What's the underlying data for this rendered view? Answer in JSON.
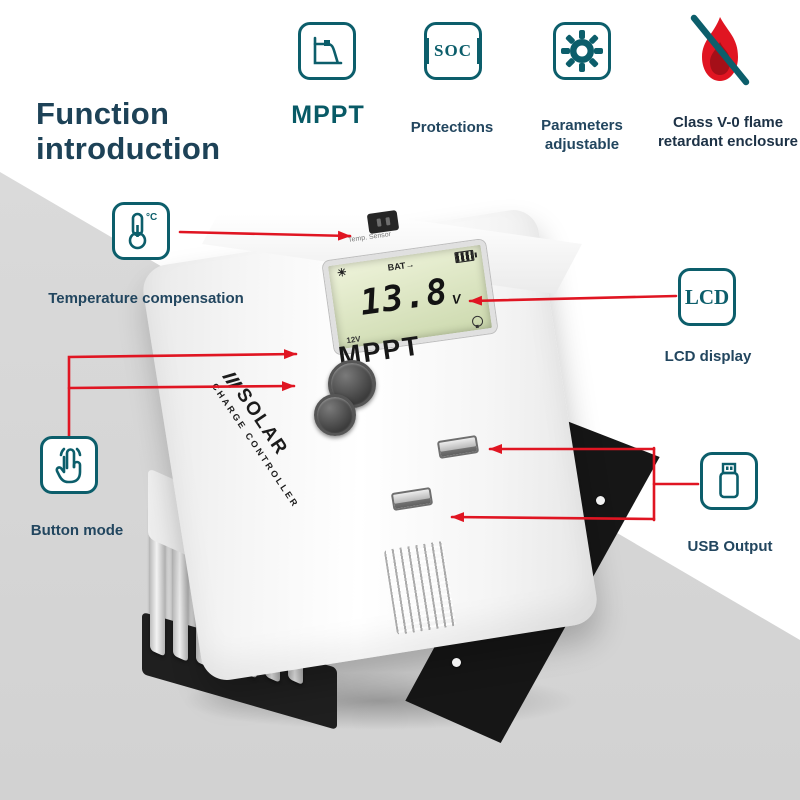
{
  "page": {
    "title": "Function introduction"
  },
  "features": [
    {
      "label": "MPPT"
    },
    {
      "label": "Protections",
      "icon_text": "SOC"
    },
    {
      "label": "Parameters adjustable"
    },
    {
      "label": "Class V-0 flame retardant enclosure"
    }
  ],
  "callouts": {
    "temperature": {
      "label": "Temperature compensation"
    },
    "button_mode": {
      "label": "Button mode"
    },
    "lcd": {
      "label": "LCD display",
      "icon_text": "LCD"
    },
    "usb": {
      "label": "USB Output"
    }
  },
  "device": {
    "brand": "MPPT",
    "side_logo": "SOLAR",
    "side_sub": "CHARGE CONTROLLER",
    "temp_port_label": "Temp. Sensor",
    "lcd": {
      "sun": "☀",
      "bat": "BAT",
      "arrow": "→",
      "voltage": "13.8",
      "unit": "V",
      "mode": "12V"
    }
  },
  "colors": {
    "teal": "#0c5e6b",
    "navy": "#22465f",
    "red": "#e01522",
    "background_gray": "#d6d6d6",
    "lcd_green": "#dde8c4"
  }
}
